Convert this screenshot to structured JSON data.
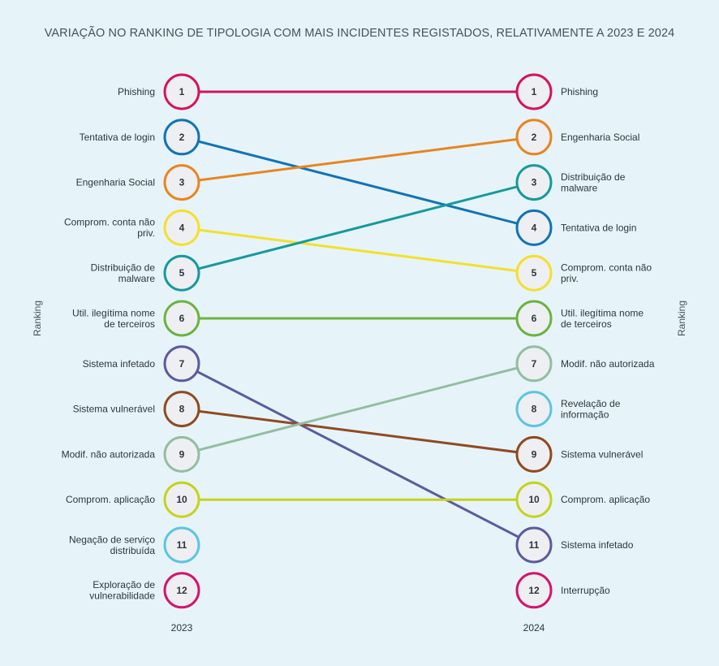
{
  "chart_data": {
    "type": "bump",
    "title": "VARIAÇÃO NO RANKING DE TIPOLOGIA COM MAIS INCIDENTES REGISTADOS, RELATIVAMENTE A 2023 E 2024",
    "ylabel": "Ranking",
    "years": [
      "2023",
      "2024"
    ],
    "ranks": [
      1,
      2,
      3,
      4,
      5,
      6,
      7,
      8,
      9,
      10,
      11,
      12
    ],
    "left": [
      {
        "rank": 1,
        "label": [
          "Phishing"
        ],
        "color": "#d4145a"
      },
      {
        "rank": 2,
        "label": [
          "Tentativa de login"
        ],
        "color": "#1273b5"
      },
      {
        "rank": 3,
        "label": [
          "Engenharia Social"
        ],
        "color": "#e8851f"
      },
      {
        "rank": 4,
        "label": [
          "Comprom. conta não",
          "priv."
        ],
        "color": "#f4e02a"
      },
      {
        "rank": 5,
        "label": [
          "Distribuição de",
          "malware"
        ],
        "color": "#159a9c"
      },
      {
        "rank": 6,
        "label": [
          "Util. ilegítima nome",
          "de terceiros"
        ],
        "color": "#6cb33f"
      },
      {
        "rank": 7,
        "label": [
          "Sistema infetado"
        ],
        "color": "#5c5b9e"
      },
      {
        "rank": 8,
        "label": [
          "Sistema vulnerável"
        ],
        "color": "#8f4a1f"
      },
      {
        "rank": 9,
        "label": [
          "Modif. não autorizada"
        ],
        "color": "#93bea1"
      },
      {
        "rank": 10,
        "label": [
          "Comprom. aplicação"
        ],
        "color": "#c5d31c"
      },
      {
        "rank": 11,
        "label": [
          "Negação de serviço",
          "distribuída"
        ],
        "color": "#5bc5e3"
      },
      {
        "rank": 12,
        "label": [
          "Exploração de",
          "vulnerabilidade"
        ],
        "color": "#d4146a"
      }
    ],
    "right": [
      {
        "rank": 1,
        "label": [
          "Phishing"
        ],
        "color": "#d4145a"
      },
      {
        "rank": 2,
        "label": [
          "Engenharia Social"
        ],
        "color": "#e8851f"
      },
      {
        "rank": 3,
        "label": [
          "Distribuição de",
          "malware"
        ],
        "color": "#159a9c"
      },
      {
        "rank": 4,
        "label": [
          "Tentativa de login"
        ],
        "color": "#1273b5"
      },
      {
        "rank": 5,
        "label": [
          "Comprom. conta não",
          "priv."
        ],
        "color": "#f4e02a"
      },
      {
        "rank": 6,
        "label": [
          "Util. ilegítima nome",
          "de terceiros"
        ],
        "color": "#6cb33f"
      },
      {
        "rank": 7,
        "label": [
          "Modif. não autorizada"
        ],
        "color": "#93bea1"
      },
      {
        "rank": 8,
        "label": [
          "Revelação de",
          "informação"
        ],
        "color": "#5bc5e3"
      },
      {
        "rank": 9,
        "label": [
          "Sistema vulnerável"
        ],
        "color": "#8f4a1f"
      },
      {
        "rank": 10,
        "label": [
          "Comprom. aplicação"
        ],
        "color": "#c5d31c"
      },
      {
        "rank": 11,
        "label": [
          "Sistema infetado"
        ],
        "color": "#5c5b9e"
      },
      {
        "rank": 12,
        "label": [
          "Interrupção"
        ],
        "color": "#d4146a"
      }
    ],
    "links": [
      {
        "from": 1,
        "to": 1,
        "color": "#d4145a"
      },
      {
        "from": 2,
        "to": 4,
        "color": "#1273b5"
      },
      {
        "from": 3,
        "to": 2,
        "color": "#e8851f"
      },
      {
        "from": 4,
        "to": 5,
        "color": "#f4e02a"
      },
      {
        "from": 5,
        "to": 3,
        "color": "#159a9c"
      },
      {
        "from": 6,
        "to": 6,
        "color": "#6cb33f"
      },
      {
        "from": 7,
        "to": 11,
        "color": "#5c5b9e"
      },
      {
        "from": 8,
        "to": 9,
        "color": "#8f4a1f"
      },
      {
        "from": 9,
        "to": 7,
        "color": "#93bea1"
      },
      {
        "from": 10,
        "to": 10,
        "color": "#c5d31c"
      }
    ],
    "node_fill": "#eeeff3",
    "background": "#e6f4fa"
  }
}
